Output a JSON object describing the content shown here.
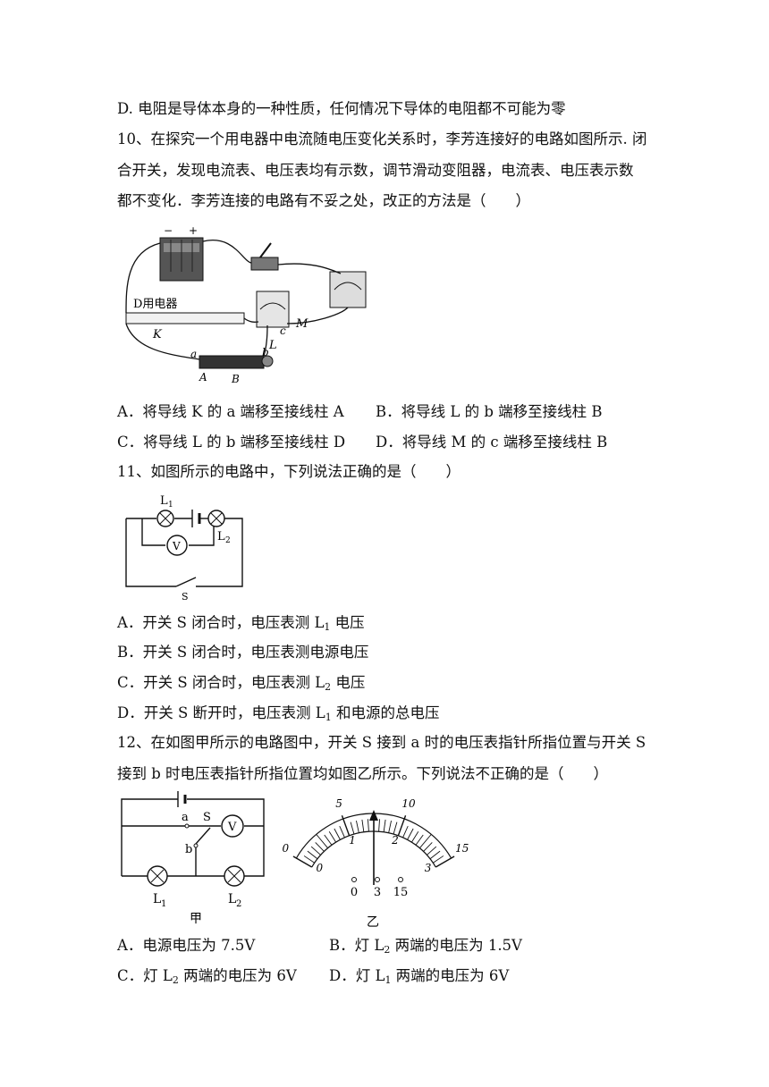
{
  "q9": {
    "optD": "D. 电阻是导体本身的一种性质，任何情况下导体的电阻都不可能为零"
  },
  "q10": {
    "stem_l1": "10、在探究一个用电器中电流随电压变化关系时，李芳连接好的电路如图所示. 闭",
    "stem_l2": "合开关，发现电流表、电压表均有示数，调节滑动变阻器，电流表、电压表示数",
    "stem_l3": "都不变化．李芳连接的电路有不妥之处，改正的方法是（　　）",
    "figure_labels": {
      "device": "D用电器",
      "K": "K",
      "L": "L",
      "M": "M",
      "a": "a",
      "b": "b",
      "c": "c",
      "A": "A",
      "B": "B",
      "minus": "−",
      "plus": "+"
    },
    "optA": "A．将导线 K 的 a 端移至接线柱 A",
    "optB": "B．将导线 L 的 b 端移至接线柱 B",
    "optC": "C．将导线 L 的 b 端移至接线柱 D",
    "optD": "D．将导线 M 的 c 端移至接线柱 B"
  },
  "q11": {
    "stem": "11、如图所示的电路中，下列说法正确的是（　　）",
    "figure_labels": {
      "L1": "L",
      "L1_sub": "1",
      "L2": "L",
      "L2_sub": "2",
      "V": "V",
      "S": "S"
    },
    "optA_pre": "A．开关 S 闭合时，电压表测 L",
    "optA_sub": "1",
    "optA_post": " 电压",
    "optB": "B．开关 S 闭合时，电压表测电源电压",
    "optC_pre": "C．开关 S 闭合时，电压表测 L",
    "optC_sub": "2",
    "optC_post": " 电压",
    "optD_pre": "D．开关 S 断开时，电压表测 L",
    "optD_sub": "1",
    "optD_post": " 和电源的总电压"
  },
  "q12": {
    "stem_l1": "12、在如图甲所示的电路图中，开关 S 接到 a 时的电压表指针所指位置与开关 S",
    "stem_l2": "接到 b 时电压表指针所指位置均如图乙所示。下列说法不正确的是（　　）",
    "fig_jia": {
      "a": "a",
      "b": "b",
      "S": "S",
      "V": "V",
      "L1": "L",
      "L1_sub": "1",
      "L2": "L",
      "L2_sub": "2",
      "caption": "甲"
    },
    "fig_yi": {
      "outer_scale": [
        "0",
        "5",
        "10",
        "15"
      ],
      "inner_scale": [
        "0",
        "1",
        "2",
        "3"
      ],
      "terminals": [
        "0",
        "3",
        "15"
      ],
      "caption": "乙"
    },
    "optA": "A．电源电压为 7.5V",
    "optB_pre": "B．灯 L",
    "optB_sub": "2",
    "optB_post": " 两端的电压为 1.5V",
    "optC_pre": "C．灯 L",
    "optC_sub": "2",
    "optC_post": " 两端的电压为 6V",
    "optD_pre": "D．灯 L",
    "optD_sub": "1",
    "optD_post": " 两端的电压为 6V"
  }
}
